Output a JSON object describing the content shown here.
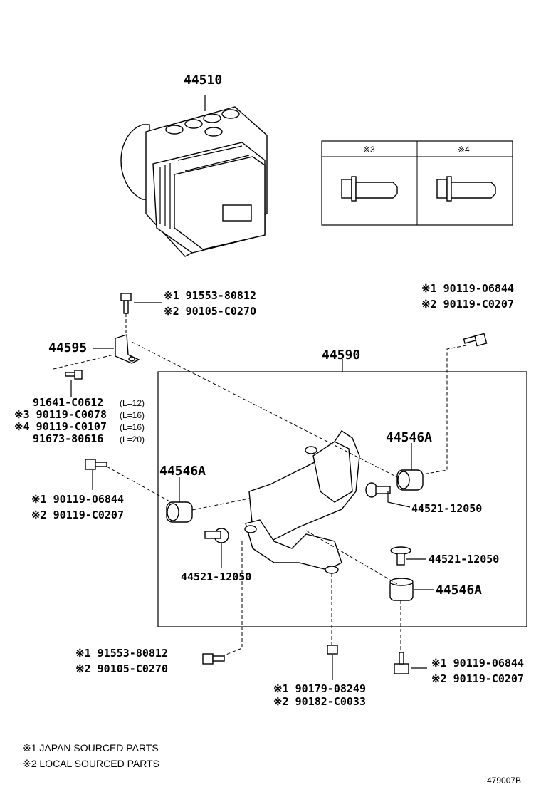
{
  "assembly": {
    "part_number": "44510"
  },
  "bolt_table": {
    "headers": [
      "※3",
      "※4"
    ]
  },
  "bracket_group": {
    "part_number": "44590"
  },
  "labels": {
    "top_bolt_1": "※1 91553-80812",
    "top_bolt_2": "※2 90105-C0270",
    "right_bolt_1": "※1 90119-06844",
    "right_bolt_2": "※2 90119-C0207",
    "bracket_small": "44595",
    "screw_l12": "91641-C0612",
    "screw_l12_len": "(L=12)",
    "screw_l16a": "※3 90119-C0078",
    "screw_l16a_len": "(L=16)",
    "screw_l16b": "※4 90119-C0107",
    "screw_l16b_len": "(L=16)",
    "screw_l20": "91673-80616",
    "screw_l20_len": "(L=20)",
    "cushion_right": "44546A",
    "collar_right": "44521-12050",
    "cushion_left": "44546A",
    "left_bolt_1": "※1 90119-06844",
    "left_bolt_2": "※2 90119-C0207",
    "collar_left": "44521-12050",
    "collar_lower": "44521-12050",
    "cushion_lower": "44546A",
    "bottom_left_bolt_1": "※1 91553-80812",
    "bottom_left_bolt_2": "※2 90105-C0270",
    "bottom_mid_nut_1": "※1 90179-08249",
    "bottom_mid_nut_2": "※2 90182-C0033",
    "bottom_right_bolt_1": "※1 90119-06844",
    "bottom_right_bolt_2": "※2 90119-C0207"
  },
  "legend": {
    "note_1": "※1 JAPAN SOURCED PARTS",
    "note_2": "※2 LOCAL SOURCED PARTS"
  },
  "figure_code": "479007B"
}
